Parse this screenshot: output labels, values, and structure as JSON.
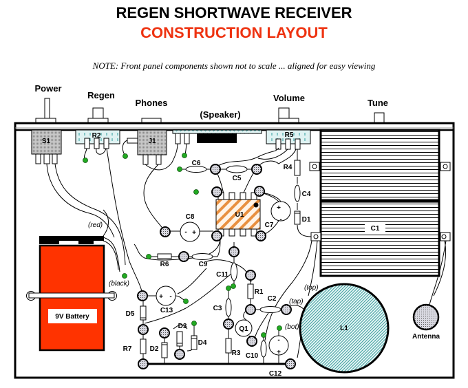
{
  "header": {
    "title": "REGEN SHORTWAVE RECEIVER",
    "subtitle": "CONSTRUCTION LAYOUT",
    "note": "NOTE:  Front panel components shown not to scale ... aligned for easy viewing"
  },
  "colors": {
    "title": "#000000",
    "subtitle": "#ee3311",
    "battery": "#ff3300",
    "solder_pad_green": "#22aa22",
    "coil_fill": "#aadddd",
    "ic_stripe": "#e89040"
  },
  "front_panel": {
    "power": "Power",
    "regen": "Regen",
    "phones": "Phones",
    "speaker": "(Speaker)",
    "volume": "Volume",
    "tune": "Tune"
  },
  "components": {
    "s1": "S1",
    "r2": "R2",
    "j1": "J1",
    "r5": "R5",
    "r4": "R4",
    "c4": "C4",
    "d1": "D1",
    "c1": "C1",
    "c6": "C6",
    "c5": "C5",
    "u1": "U1",
    "c7": "C7",
    "c8": "C8",
    "r6": "R6",
    "c9": "C9",
    "c11": "C11",
    "r1": "R1",
    "c2": "C2",
    "c3": "C3",
    "q1": "Q1",
    "c13": "C13",
    "d5": "D5",
    "r7": "R7",
    "d2": "D2",
    "d3": "D3",
    "d4": "D4",
    "r3": "R3",
    "c10": "C10",
    "c12": "C12",
    "l1": "L1",
    "antenna": "Antenna",
    "battery": "9V Battery"
  },
  "wire_labels": {
    "red": "(red)",
    "black": "(black)",
    "top": "(top)",
    "tap": "(tap)",
    "bot": "(bot)"
  },
  "polarity": {
    "plus": "+",
    "minus": "-"
  }
}
